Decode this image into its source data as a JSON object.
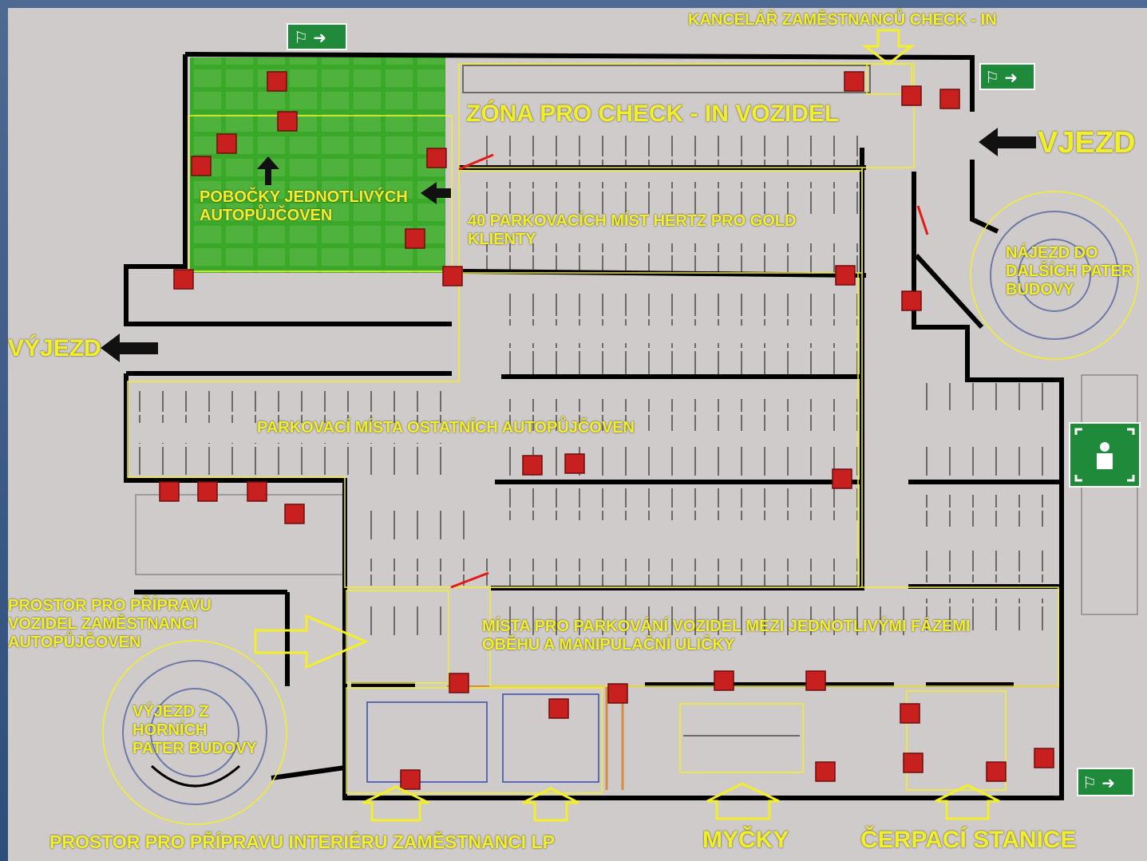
{
  "plan": {
    "labels": {
      "staff_checkin": "KANCELÁŘ ZAMĚSTNANCŮ CHECK - IN",
      "checkin_zone": "ZÓNA PRO CHECK - IN VOZIDEL",
      "entry": "VJEZD",
      "exit": "VÝJEZD",
      "branches": "POBOČKY JEDNOTLIVÝCH\nAUTOPŮJČOVEN",
      "hertz_gold": "40 PARKOVACÍCH MÍST HERTZ PRO GOLD\nKLIENTY",
      "ramp_up": "NÁJEZD DO\nDALŠÍCH PATER\nBUDOVY",
      "other_rentals": "PARKOVACÍ MÍSTA  OSTATNÍCH AUTOPŮJČOVEN",
      "prep_area": "PROSTOR PRO PŘÍPRAVU\nVOZIDEL ZAMĚSTNANCI\nAUTOPŮJČOVEN",
      "phase_parking": "MÍSTA PRO PARKOVÁNÍ VOZIDEL MEZI JEDNOTLIVÝMI FÁZEMI\nOBĚHU A MANIPULAČNÍ ULIČKY",
      "ramp_down": "VÝJEZD Z\nHORNÍCH\nPATER BUDOVY",
      "interior_prep": "PROSTOR PRO PŘÍPRAVU INTERIÉRU ZAMĚSTNANCI LP",
      "car_wash": "MYČKY",
      "fuel_station": "ČERPACÍ STANICE"
    },
    "icons": {
      "emergency_exit": "emergency-exit-sign-icon",
      "assembly_point": "assembly-point-sign-icon",
      "fire_equipment": "fire-extinguisher-icon",
      "entry_arrow": "arrow-left-icon",
      "exit_arrow": "arrow-left-icon",
      "pointer_arrow": "hollow-arrow-icon"
    },
    "colors": {
      "annotation": "#f2ef28",
      "walls": "#000000",
      "branch_area": "#3fae2e",
      "fire_equipment": "#c8201e",
      "exit_sign": "#1f8a3a",
      "floor": "#cdc7c7",
      "frame": "#3f5d88"
    }
  }
}
